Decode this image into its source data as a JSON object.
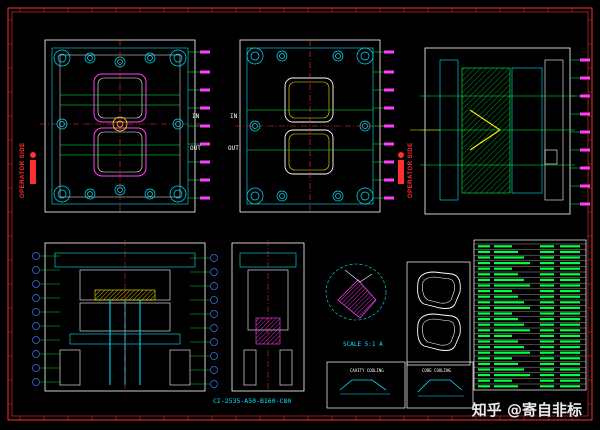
{
  "drawing": {
    "operator_side_left": "OPERATOR SIDE",
    "operator_side_right": "OPERATOR SIDE",
    "label_in_1": "IN",
    "label_out_1": "OUT",
    "label_in_2": "IN",
    "label_out_2": "OUT",
    "mold_base_code": "CI-2535-A50-B160-C80",
    "scale_label": "SCALE 5:1 A",
    "left_detail_title": "CAVITY COOLING",
    "right_detail_title": "CORE COOLING",
    "watermark": "知乎 @寄自非标"
  },
  "colors": {
    "background": "#000000",
    "border": "#ff3030",
    "cyan": "#00e5ff",
    "yellow": "#ffe600",
    "green": "#00ff40",
    "magenta": "#ff40ff",
    "white": "#ffffff",
    "red": "#ff3030",
    "blue": "#3a7bff"
  }
}
